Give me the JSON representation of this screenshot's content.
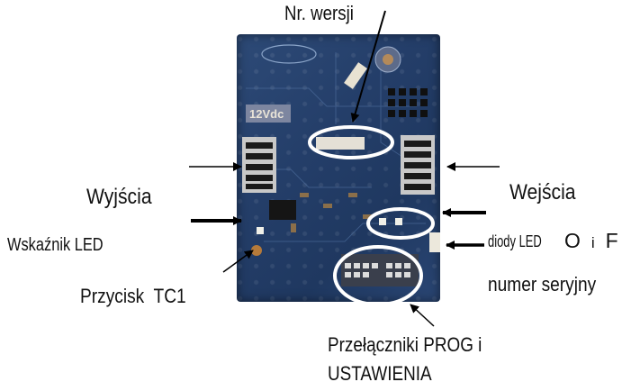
{
  "labels": {
    "version": "Nr. wersji",
    "outputs": "Wyjścia",
    "inputs": "Wejścia",
    "led_indicator": "Wskaźnik LED",
    "led_diodes_prefix": "diody LED",
    "led_o": "O",
    "led_i": "i",
    "led_f": "F",
    "serial_number": "numer seryjny",
    "button_tc1": "Przycisk  TC1",
    "switches_line1": "Przełączniki PROG i",
    "switches_line2": "USTAWIENIA"
  },
  "board": {
    "silkscreen": "12Vdc"
  },
  "colors": {
    "board": "#243e69",
    "connector": "#1b1b1b",
    "highlight": "#ffffff",
    "arrow": "#000000"
  }
}
